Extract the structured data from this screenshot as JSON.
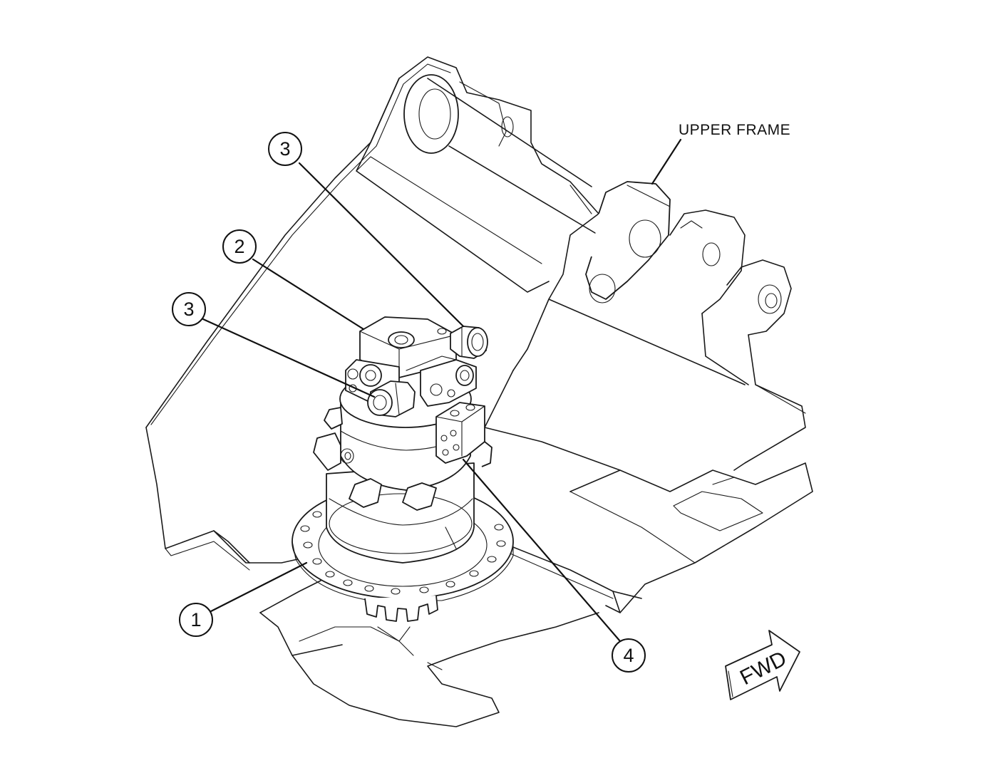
{
  "labels": {
    "upper_frame": "UPPER FRAME",
    "forward": "FWD"
  },
  "callouts": [
    {
      "id": "callout-1",
      "number": "1"
    },
    {
      "id": "callout-2",
      "number": "2"
    },
    {
      "id": "callout-3a",
      "number": "3"
    },
    {
      "id": "callout-3b",
      "number": "3"
    },
    {
      "id": "callout-4",
      "number": "4"
    }
  ]
}
